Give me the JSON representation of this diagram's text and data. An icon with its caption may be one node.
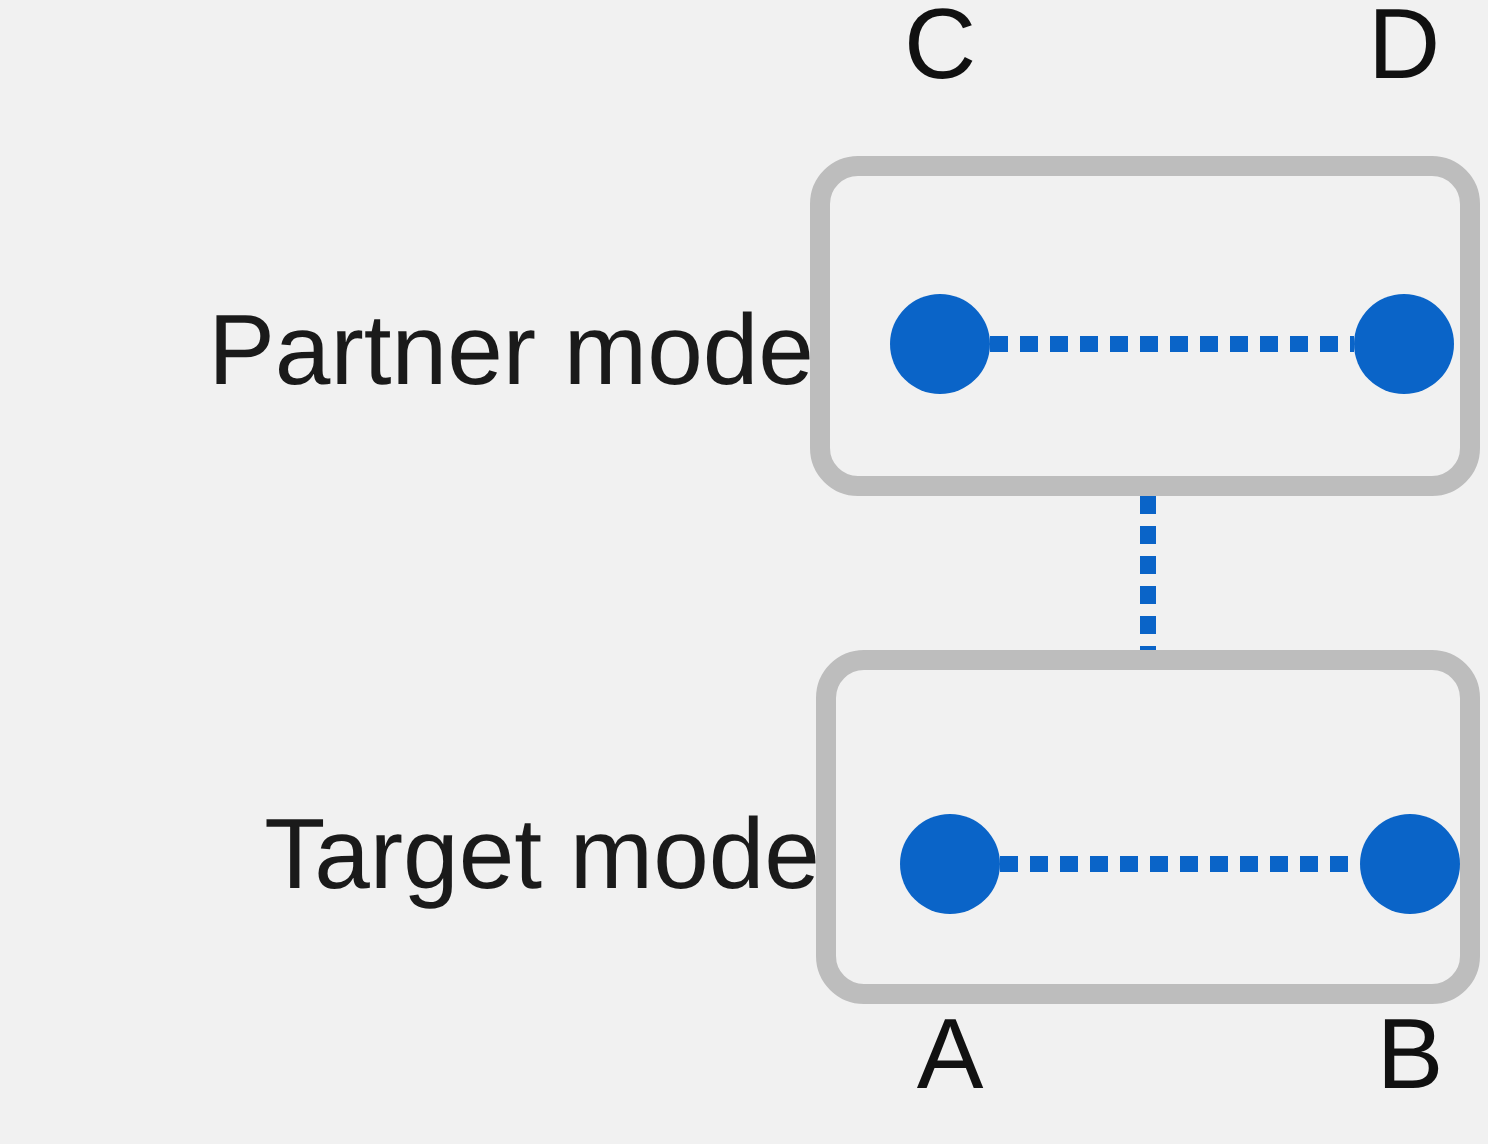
{
  "diagram": {
    "nodes": [
      {
        "text": [
          "Partner mode"
        ]
      },
      {
        "text": [],
        "shape": "circle",
        "in": 0,
        "beside": [
          "C"
        ]
      },
      {
        "text": [],
        "shape": "circle",
        "in": 0,
        "beside": [
          "D"
        ]
      },
      {
        "text": [
          "Target mode"
        ]
      },
      {
        "text": [],
        "shape": "circle",
        "in": 3,
        "beside": [
          "A"
        ]
      },
      {
        "text": [],
        "shape": "circle",
        "in": 3,
        "beside": [
          "B"
        ]
      }
    ],
    "edges": [
      {
        "from": 1,
        "to": 2,
        "arrow": "none",
        "style": "dashed"
      },
      {
        "from": 0,
        "to": 3,
        "arrow": "none",
        "style": "dashed"
      },
      {
        "from": 4,
        "to": 5,
        "arrow": "none",
        "style": "dashed"
      }
    ]
  }
}
